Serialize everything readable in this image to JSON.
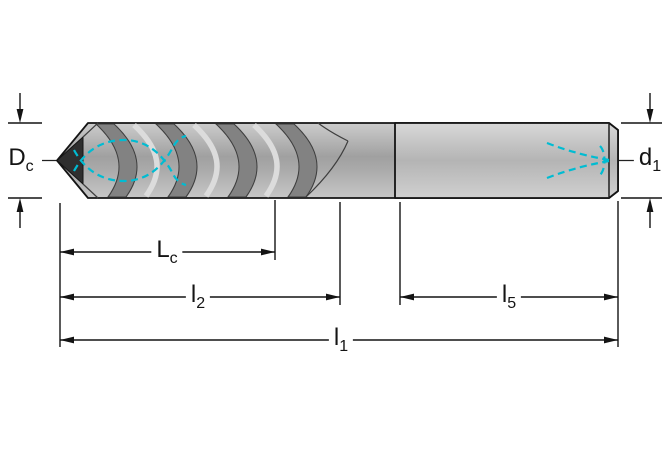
{
  "diagram": {
    "type": "technical-drawing",
    "subject": "twist-drill-with-coolant-channels",
    "dimension_labels": {
      "cutting_diameter": {
        "main": "D",
        "sub": "c"
      },
      "shank_diameter": {
        "main": "d",
        "sub": "1"
      },
      "flute_length": {
        "main": "L",
        "sub": "c"
      },
      "length_l2": {
        "main": "l",
        "sub": "2"
      },
      "length_l5": {
        "main": "l",
        "sub": "5"
      },
      "overall_length": {
        "main": "l",
        "sub": "1"
      }
    },
    "colors": {
      "coolant": "#00bcd2",
      "line": "#141414",
      "body_gray": "#a8a8a8",
      "shank_gray": "#bfbfbf",
      "background": "#ffffff"
    }
  }
}
